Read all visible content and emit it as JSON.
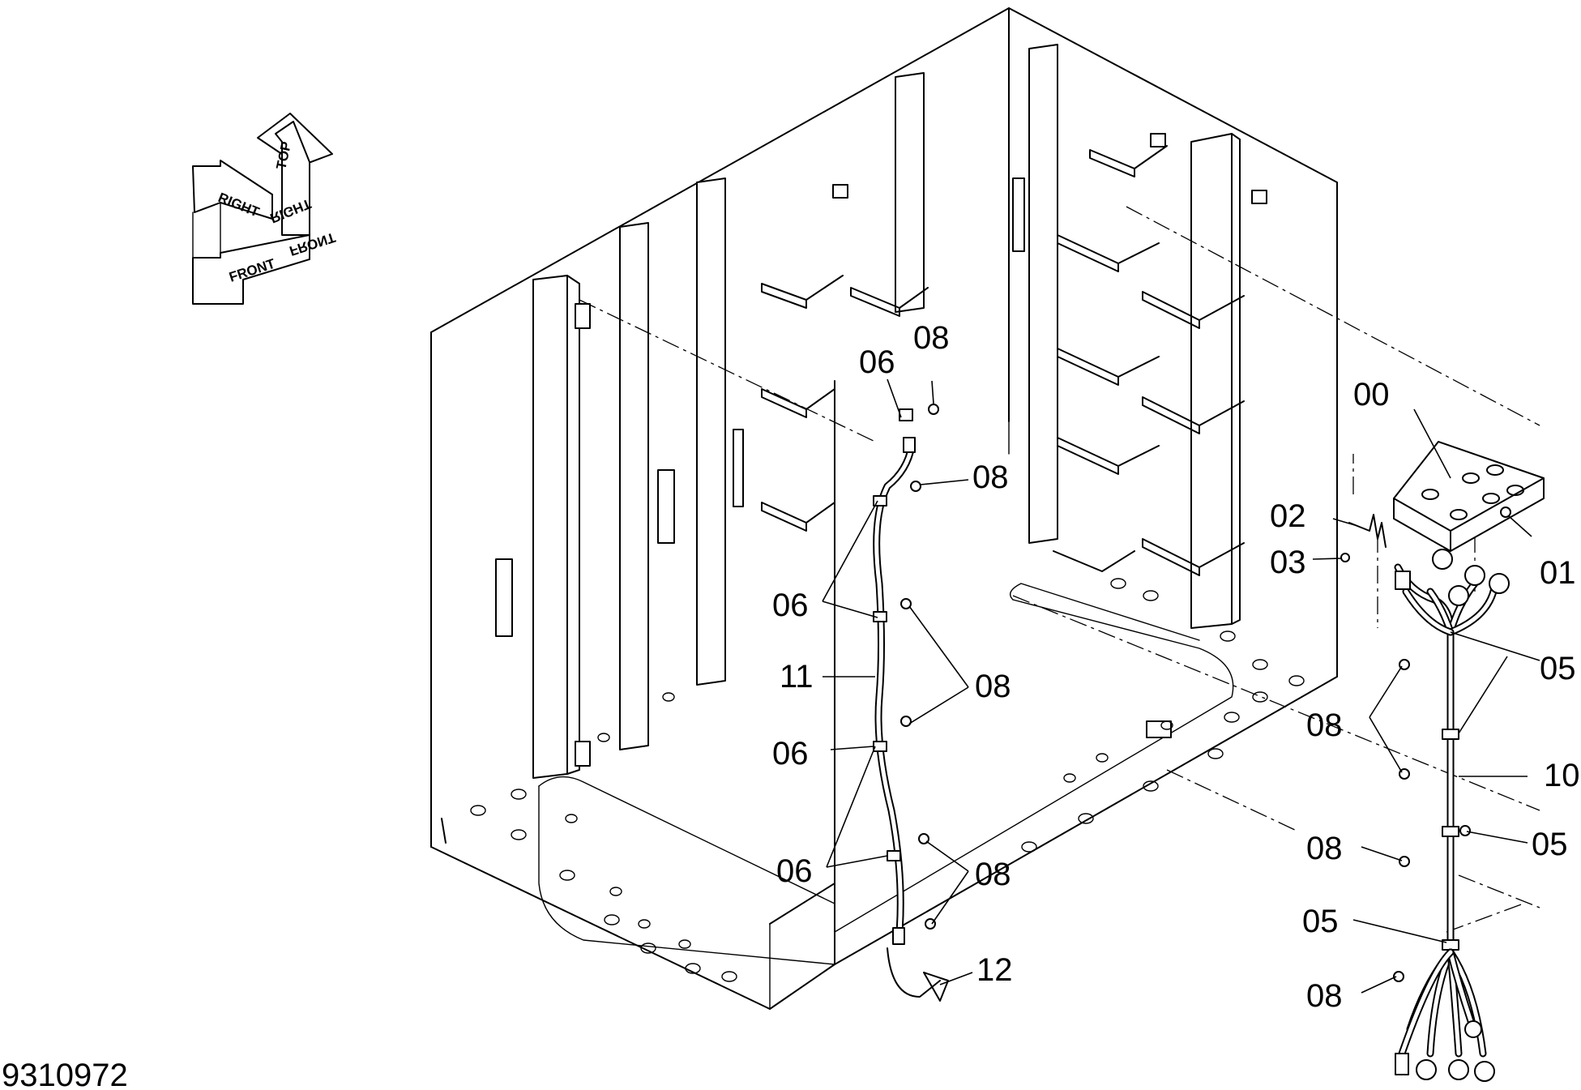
{
  "figure_id": "9310972",
  "orientation_arrows": {
    "top": "TOP",
    "right": "RIGHT",
    "front": "FRONT",
    "right_mirrored": "RIGHT",
    "front_mirrored": "FRONT"
  },
  "callouts": {
    "c00": "00",
    "c01": "01",
    "c02": "02",
    "c03": "03",
    "c05a": "05",
    "c05b": "05",
    "c05c": "05",
    "c06a": "06",
    "c06b": "06",
    "c06c": "06",
    "c06d": "06",
    "c08a": "08",
    "c08b": "08",
    "c08c": "08",
    "c08d": "08",
    "c08e": "08",
    "c08f": "08",
    "c08g": "08",
    "c10": "10",
    "c11": "11",
    "c12": "12"
  }
}
